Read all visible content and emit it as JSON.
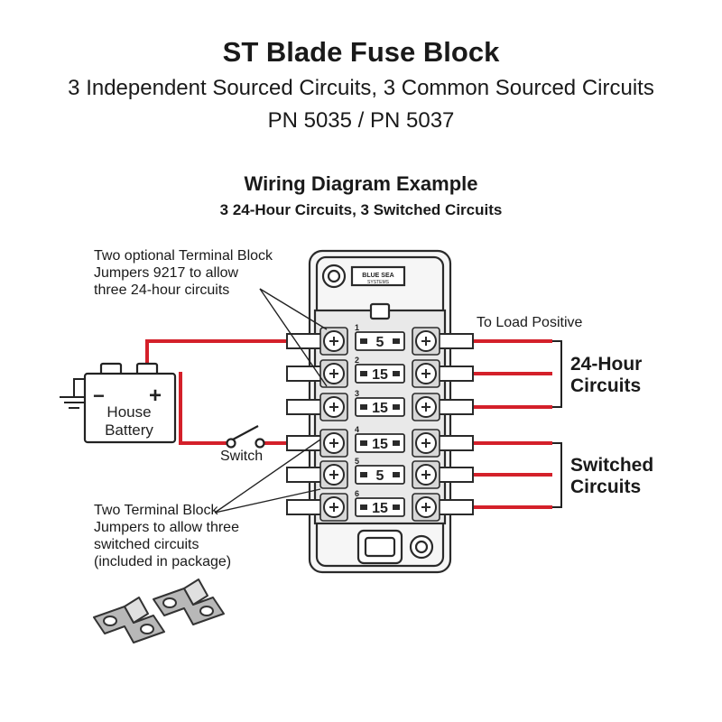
{
  "header": {
    "title": "ST Blade Fuse Block",
    "subtitle": "3 Independent Sourced Circuits, 3 Common Sourced Circuits",
    "part_numbers": "PN 5035 / PN 5037"
  },
  "diagram": {
    "title": "Wiring Diagram Example",
    "subtitle": "3 24-Hour Circuits, 3 Switched Circuits",
    "brand": "BLUE SEA",
    "brand_sub": "SYSTEMS",
    "note_top": [
      "Two optional Terminal Block",
      "Jumpers 9217 to allow",
      "three 24-hour circuits"
    ],
    "note_bottom": [
      "Two Terminal Block",
      "Jumpers to allow three",
      "switched circuits",
      "(included in package)"
    ],
    "battery": {
      "line1": "House",
      "line2": "Battery",
      "neg": "−",
      "pos": "+"
    },
    "switch_label": "Switch",
    "load_label": "To Load Positive",
    "group_24h": [
      "24-Hour",
      "Circuits"
    ],
    "group_switched": [
      "Switched",
      "Circuits"
    ],
    "fuses": [
      {
        "num": "1",
        "rating": "5"
      },
      {
        "num": "2",
        "rating": "15"
      },
      {
        "num": "3",
        "rating": "15"
      },
      {
        "num": "4",
        "rating": "15"
      },
      {
        "num": "5",
        "rating": "5"
      },
      {
        "num": "6",
        "rating": "15"
      }
    ],
    "colors": {
      "wire": "#d4202a",
      "outline": "#2a2a2a",
      "block": "#e9e9e9"
    }
  }
}
